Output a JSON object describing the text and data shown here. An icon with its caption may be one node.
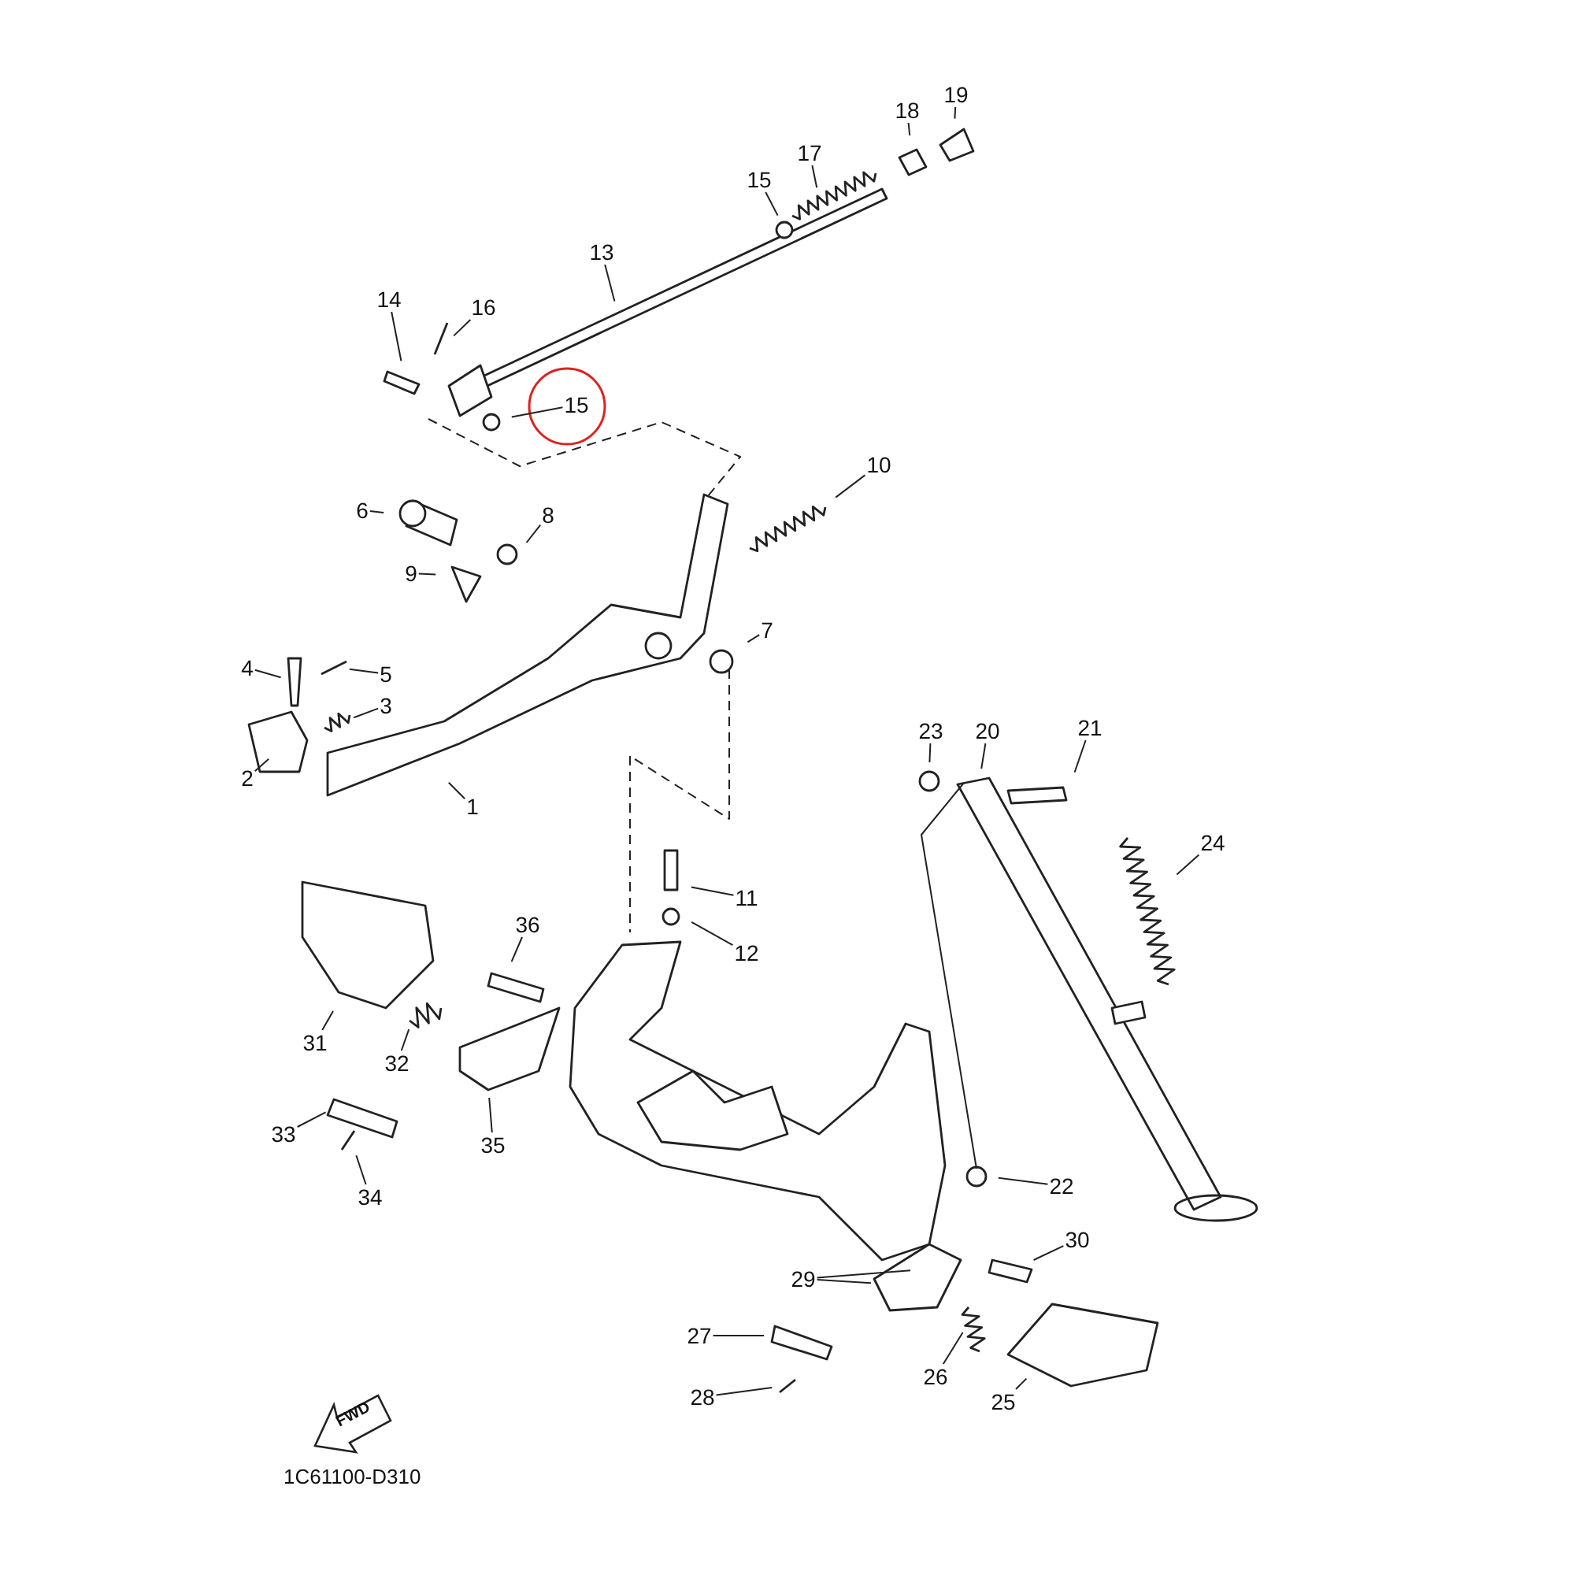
{
  "diagram": {
    "nodes": [
      {
        "text": [
          "1"
        ]
      },
      {
        "text": [
          "2"
        ]
      },
      {
        "text": [
          "3"
        ]
      },
      {
        "text": [
          "4"
        ]
      },
      {
        "text": [
          "5"
        ]
      },
      {
        "text": [
          "6"
        ]
      },
      {
        "text": [
          "7"
        ]
      },
      {
        "text": [
          "8"
        ]
      },
      {
        "text": [
          "9"
        ]
      },
      {
        "text": [
          "10"
        ]
      },
      {
        "text": [
          "11"
        ]
      },
      {
        "text": [
          "12"
        ]
      },
      {
        "text": [
          "13"
        ]
      },
      {
        "text": [
          "14"
        ]
      },
      {
        "text": [
          "15"
        ]
      },
      {
        "text": [
          "15"
        ]
      },
      {
        "text": [
          "16"
        ]
      },
      {
        "text": [
          "17"
        ]
      },
      {
        "text": [
          "18"
        ]
      },
      {
        "text": [
          "19"
        ]
      },
      {
        "text": [
          "20"
        ]
      },
      {
        "text": [
          "21"
        ]
      },
      {
        "text": [
          "22"
        ]
      },
      {
        "text": [
          "23"
        ]
      },
      {
        "text": [
          "24"
        ]
      },
      {
        "text": [
          "25"
        ]
      },
      {
        "text": [
          "26"
        ]
      },
      {
        "text": [
          "27"
        ]
      },
      {
        "text": [
          "28"
        ]
      },
      {
        "text": [
          "29"
        ]
      },
      {
        "text": [
          "30"
        ]
      },
      {
        "text": [
          "31"
        ]
      },
      {
        "text": [
          "32"
        ]
      },
      {
        "text": [
          "33"
        ]
      },
      {
        "text": [
          "34"
        ]
      },
      {
        "text": [
          "35"
        ]
      },
      {
        "text": [
          "36"
        ]
      }
    ],
    "edges": [
      {
        "from": 0,
        "to": null,
        "arrow": "none"
      },
      {
        "from": 1,
        "to": null,
        "arrow": "none"
      },
      {
        "from": 2,
        "to": null,
        "arrow": "none"
      },
      {
        "from": 3,
        "to": null,
        "arrow": "none"
      },
      {
        "from": 4,
        "to": null,
        "arrow": "none"
      },
      {
        "from": 5,
        "to": null,
        "arrow": "none"
      },
      {
        "from": 6,
        "to": null,
        "arrow": "none"
      },
      {
        "from": 7,
        "to": null,
        "arrow": "none"
      },
      {
        "from": 8,
        "to": null,
        "arrow": "none"
      },
      {
        "from": 9,
        "to": null,
        "arrow": "none"
      },
      {
        "from": 10,
        "to": null,
        "arrow": "none"
      },
      {
        "from": 11,
        "to": null,
        "arrow": "none"
      },
      {
        "from": 12,
        "to": null,
        "arrow": "none"
      },
      {
        "from": 13,
        "to": null,
        "arrow": "none"
      },
      {
        "from": 14,
        "to": null,
        "arrow": "none"
      },
      {
        "from": 15,
        "to": null,
        "arrow": "none"
      },
      {
        "from": 16,
        "to": null,
        "arrow": "none"
      },
      {
        "from": 17,
        "to": null,
        "arrow": "none"
      },
      {
        "from": 18,
        "to": null,
        "arrow": "none"
      },
      {
        "from": 19,
        "to": null,
        "arrow": "none"
      },
      {
        "from": 20,
        "to": null,
        "arrow": "none"
      },
      {
        "from": 21,
        "to": null,
        "arrow": "none"
      },
      {
        "from": 22,
        "to": null,
        "arrow": "none"
      },
      {
        "from": 23,
        "to": null,
        "arrow": "none"
      },
      {
        "from": 24,
        "to": null,
        "arrow": "none"
      },
      {
        "from": 25,
        "to": null,
        "arrow": "none"
      },
      {
        "from": 26,
        "to": null,
        "arrow": "none"
      },
      {
        "from": 27,
        "to": null,
        "arrow": "none"
      },
      {
        "from": 28,
        "to": null,
        "arrow": "none"
      },
      {
        "from": 29,
        "to": null,
        "arrow": "none"
      },
      {
        "from": 29,
        "to": null,
        "arrow": "none"
      },
      {
        "from": 30,
        "to": null,
        "arrow": "none"
      },
      {
        "from": 31,
        "to": null,
        "arrow": "none"
      },
      {
        "from": 32,
        "to": null,
        "arrow": "none"
      },
      {
        "from": 33,
        "to": null,
        "arrow": "none"
      },
      {
        "from": 34,
        "to": null,
        "arrow": "none"
      },
      {
        "from": 35,
        "to": null,
        "arrow": "none"
      },
      {
        "from": 36,
        "to": null,
        "arrow": "none"
      }
    ],
    "labels": [
      "FWD",
      "1C61100-D310"
    ]
  }
}
